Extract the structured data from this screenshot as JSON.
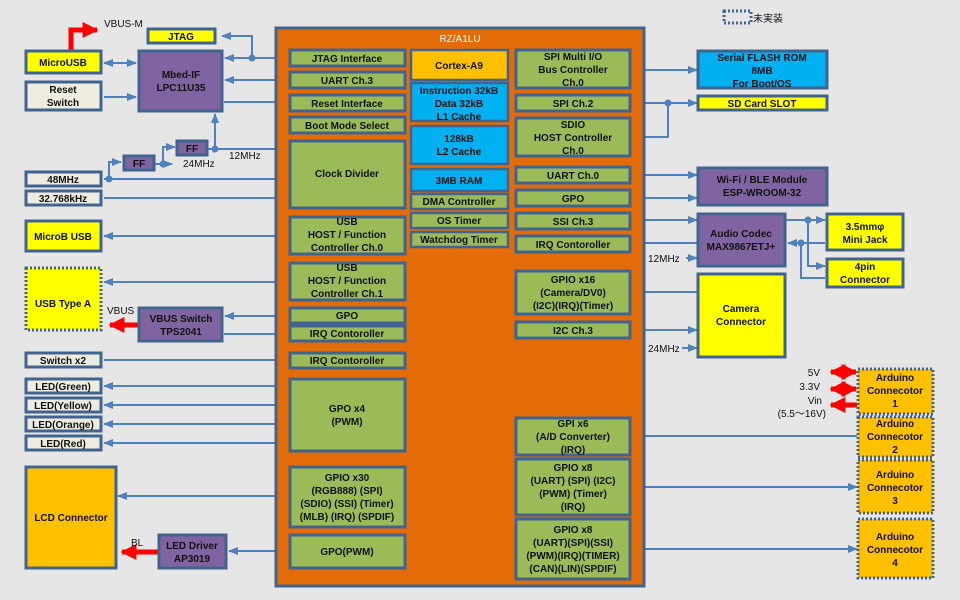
{
  "legend": {
    "not_mounted": "未実装"
  },
  "chip": {
    "title": "RZ/A1LU"
  },
  "left_peripherals": {
    "microusb": "MicroUSB",
    "vbus_m": "VBUS-M",
    "jtag": "JTAG",
    "reset_switch": [
      "Reset",
      "Switch"
    ],
    "mbed_if": [
      "Mbed-IF",
      "LPC11U35"
    ],
    "ff": "FF",
    "clk_24": "24MHz",
    "clk_12": "12MHz",
    "osc_48": "48MHz",
    "osc_32k": "32.768kHz",
    "microb_usb": "MicroB USB",
    "usb_type_a": "USB Type A",
    "vbus": "VBUS",
    "vbus_switch": [
      "VBUS Switch",
      "TPS2041"
    ],
    "switch_x2": "Switch x2",
    "leds": [
      "LED(Green)",
      "LED(Yellow)",
      "LED(Orange)",
      "LED(Red)"
    ],
    "lcd_connector": "LCD Connector",
    "bl": "BL",
    "led_driver": [
      "LED Driver",
      "AP3019"
    ]
  },
  "chip_left": {
    "jtag_if": "JTAG Interface",
    "uart3": "UART Ch.3",
    "reset_if": "Reset Interface",
    "boot_mode": "Boot Mode Select",
    "clock_divider": "Clock Divider",
    "usb0": [
      "USB",
      "HOST / Function",
      "Controller Ch.0"
    ],
    "usb1": [
      "USB",
      "HOST / Function",
      "Controller Ch.1"
    ],
    "gpo": "GPO",
    "irq1": "IRQ Contoroller",
    "irq2": "IRQ Contoroller",
    "gpo_x4": [
      "GPO x4",
      "(PWM)"
    ],
    "gpio_x30": [
      "GPIO x30",
      "(RGB888) (SPI)",
      "(SDIO) (SSI) (Timer)",
      "(MLB) (IRQ) (SPDIF)"
    ],
    "gpo_pwm": "GPO(PWM)"
  },
  "chip_center": {
    "cortex": "Cortex-A9",
    "l1": [
      "Instruction 32kB",
      "Data 32kB",
      "L1 Cache"
    ],
    "l2": [
      "128kB",
      "L2 Cache"
    ],
    "ram": "3MB RAM",
    "dma": "DMA Controller",
    "os_timer": "OS Timer",
    "watchdog": "Watchdog Timer"
  },
  "chip_right": {
    "spi_multi": [
      "SPI Multi I/O",
      "Bus Controller",
      "Ch.0"
    ],
    "spi2": "SPI Ch.2",
    "sdio": [
      "SDIO",
      "HOST Controller",
      "Ch.0"
    ],
    "uart0": "UART Ch.0",
    "gpo": "GPO",
    "ssi3": "SSI Ch.3",
    "irq": "IRQ Contoroller",
    "gpio_x16": [
      "GPIO x16",
      "(Camera/DV0)",
      "(I2C)(IRQ)(Timer)"
    ],
    "i2c3": "I2C Ch.3",
    "gpi_x6": [
      "GPI x6",
      "(A/D Converter)",
      "(IRQ)"
    ],
    "gpio_x8a": [
      "GPIO x8",
      "(UART) (SPI) (I2C)",
      "(PWM) (Timer)",
      "(IRQ)"
    ],
    "gpio_x8b": [
      "GPIO x8",
      "(UART)(SPI)(SSI)",
      "(PWM)(IRQ)(TIMER)",
      "(CAN)(LIN)(SPDIF)"
    ]
  },
  "right_peripherals": {
    "flash": [
      "Serial FLASH ROM",
      "8MB",
      "For Boot/OS"
    ],
    "sd_slot": "SD Card SLOT",
    "wifi": [
      "Wi-Fi / BLE Module",
      "ESP-WROOM-32"
    ],
    "audio": [
      "Audio Codec",
      "MAX9867ETJ+"
    ],
    "clk_12": "12MHz",
    "mini_jack": [
      "3.5mmφ",
      "Mini Jack"
    ],
    "pin4": [
      "4pin",
      "Connector"
    ],
    "camera": [
      "Camera",
      "Connector"
    ],
    "clk_24": "24MHz",
    "v5": "5V",
    "v33": "3.3V",
    "vin": [
      "Vin",
      "(5.5〜16V)"
    ],
    "arduino1": [
      "Arduino",
      "Connecotor",
      "1"
    ],
    "arduino2": [
      "Arduino",
      "Connecotor",
      "2"
    ],
    "arduino3": [
      "Arduino",
      "Connecotor",
      "3"
    ],
    "arduino4": [
      "Arduino",
      "Connecotor",
      "4"
    ]
  }
}
